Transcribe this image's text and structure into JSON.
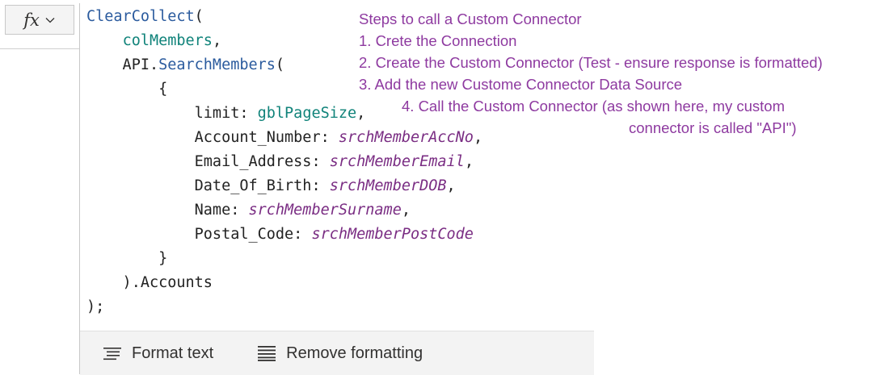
{
  "formula_bar": {
    "fx_label": "fx",
    "chevron_icon": "chevron-down-icon"
  },
  "code_lines": [
    [
      {
        "t": "ClearCollect",
        "c": "fn"
      },
      {
        "t": "(",
        "c": "p"
      }
    ],
    [
      {
        "t": "    ",
        "c": "p"
      },
      {
        "t": "colMembers",
        "c": "var"
      },
      {
        "t": ",",
        "c": "p"
      }
    ],
    [
      {
        "t": "    API.",
        "c": "p"
      },
      {
        "t": "SearchMembers",
        "c": "fn"
      },
      {
        "t": "(",
        "c": "p"
      }
    ],
    [
      {
        "t": "        {",
        "c": "p"
      }
    ],
    [
      {
        "t": "            limit: ",
        "c": "p"
      },
      {
        "t": "gblPageSize",
        "c": "var"
      },
      {
        "t": ",",
        "c": "p"
      }
    ],
    [
      {
        "t": "            Account_Number: ",
        "c": "p"
      },
      {
        "t": "srchMemberAccNo",
        "c": "ref"
      },
      {
        "t": ",",
        "c": "p"
      }
    ],
    [
      {
        "t": "            Email_Address: ",
        "c": "p"
      },
      {
        "t": "srchMemberEmail",
        "c": "ref"
      },
      {
        "t": ",",
        "c": "p"
      }
    ],
    [
      {
        "t": "            Date_Of_Birth: ",
        "c": "p"
      },
      {
        "t": "srchMemberDOB",
        "c": "ref"
      },
      {
        "t": ",",
        "c": "p"
      }
    ],
    [
      {
        "t": "            Name: ",
        "c": "p"
      },
      {
        "t": "srchMemberSurname",
        "c": "ref"
      },
      {
        "t": ",",
        "c": "p"
      }
    ],
    [
      {
        "t": "            Postal_Code: ",
        "c": "p"
      },
      {
        "t": "srchMemberPostCode",
        "c": "ref"
      }
    ],
    [
      {
        "t": "        }",
        "c": "p"
      }
    ],
    [
      {
        "t": "    ).Accounts",
        "c": "p"
      }
    ],
    [
      {
        "t": ");",
        "c": "p"
      }
    ]
  ],
  "toolbar": {
    "format_text_label": "Format text",
    "format_text_icon": "format-text-icon",
    "remove_formatting_label": "Remove formatting",
    "remove_formatting_icon": "remove-formatting-icon"
  },
  "annotation": {
    "title": "Steps to call a Custom Connector",
    "step1": "1. Crete the Connection",
    "step2": "2. Create the Custom Connector (Test - ensure response is formatted)",
    "step3": "3. Add the new Custome Connector Data Source",
    "step4_line1": "4. Call the Custom Connector (as shown here, my custom",
    "step4_line2": "connector is called \"API\")",
    "color": "#8e3aa0"
  },
  "colors": {
    "function": "#2b5b9e",
    "variable": "#10837a",
    "reference": "#7a2d83",
    "toolbar_bg": "#f3f3f3"
  }
}
